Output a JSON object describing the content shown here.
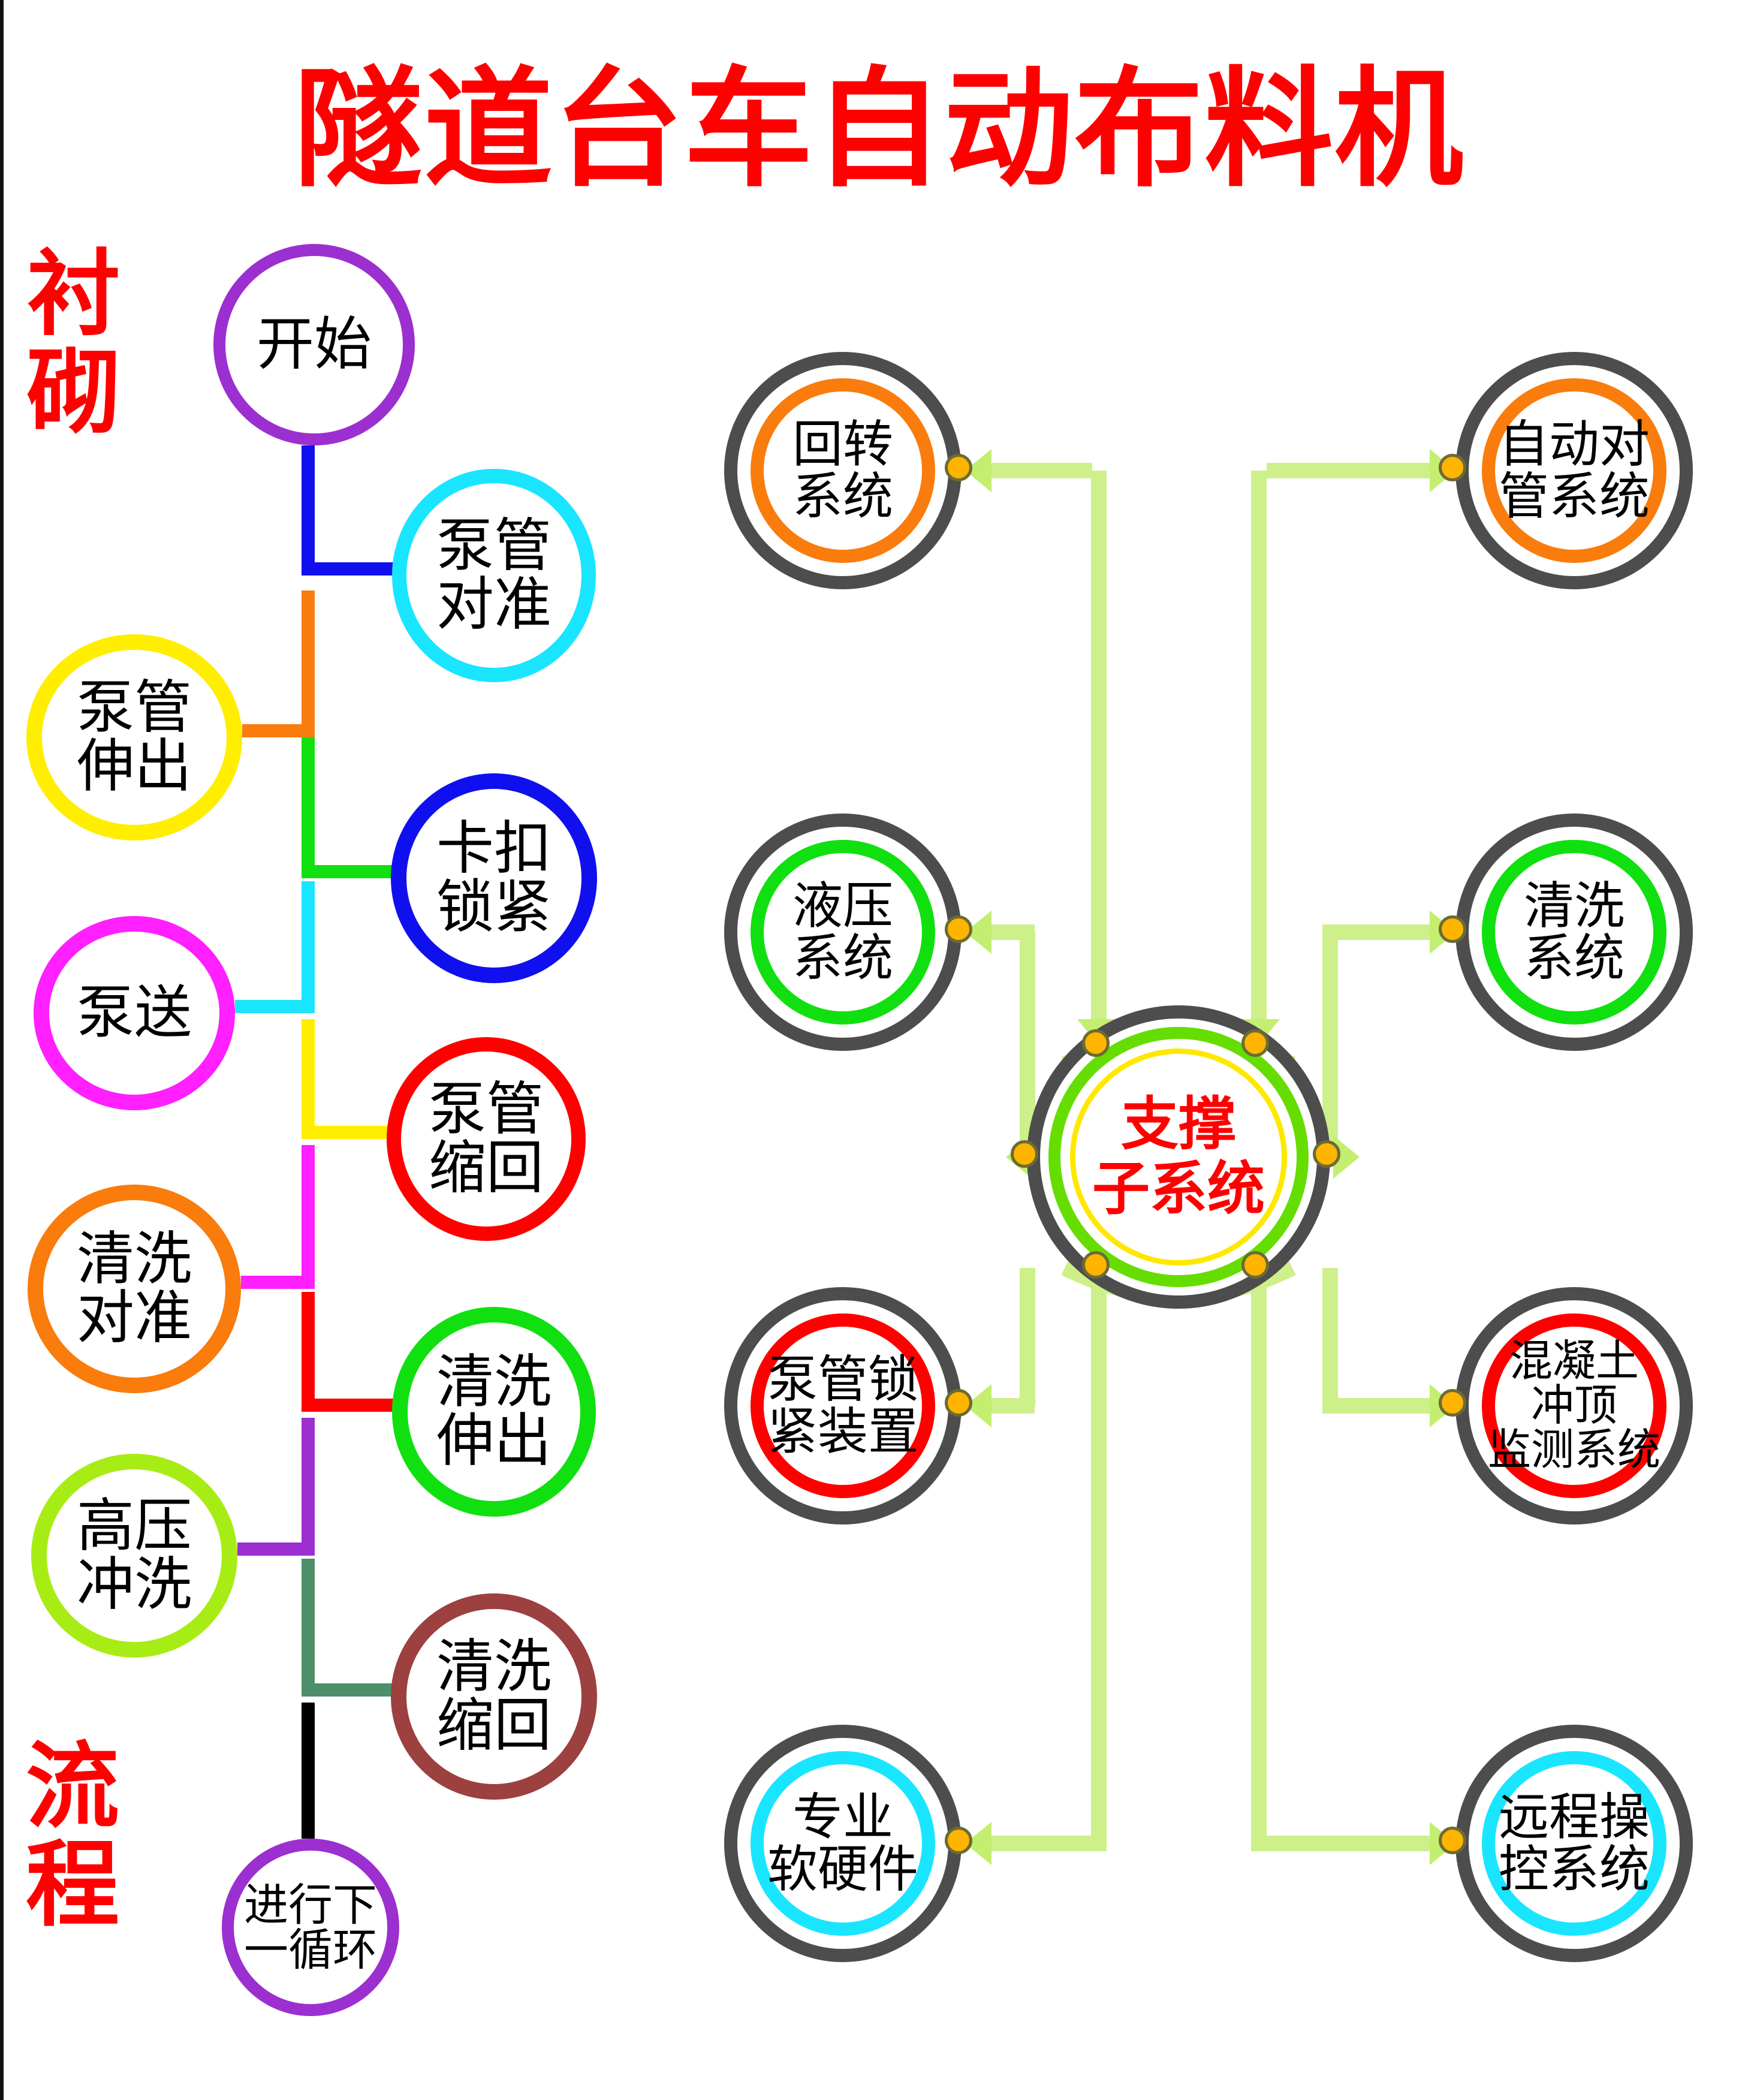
{
  "title": "隧道台车自动布料机",
  "side_labels": {
    "lining": "衬砌",
    "process": "流程"
  },
  "colors": {
    "title_red": "#fe0000",
    "ring_outer_gray": "#4d4d4d",
    "hub_ring_green": "#66dd00",
    "hub_ring_yellow": "#ffe800",
    "pipe_green": "#cdf08a",
    "arrow_green": "#c3ee70",
    "dot_fill": "#ffb400",
    "dot_stroke": "#6b6b35"
  },
  "flowchart": {
    "name": "衬砌流程",
    "nodes": [
      {
        "id": "start",
        "label": "开始",
        "color": "#9b2fd0",
        "side": "center"
      },
      {
        "id": "pipe-align",
        "label": "泵管对准",
        "color": "#19e5ff",
        "side": "right"
      },
      {
        "id": "pipe-extend",
        "label": "泵管伸出",
        "color": "#ffee00",
        "side": "left"
      },
      {
        "id": "clip-lock",
        "label": "卡扣锁紧",
        "color": "#1010ee",
        "side": "right"
      },
      {
        "id": "pumping",
        "label": "泵送",
        "color": "#ff1fff",
        "side": "left"
      },
      {
        "id": "pipe-retract",
        "label": "泵管缩回",
        "color": "#fe0000",
        "side": "right"
      },
      {
        "id": "wash-align",
        "label": "清洗对准",
        "color": "#f97c0c",
        "side": "left"
      },
      {
        "id": "wash-extend",
        "label": "清洗伸出",
        "color": "#10e010",
        "side": "right"
      },
      {
        "id": "hp-wash",
        "label": "高压冲洗",
        "color": "#a8ec15",
        "side": "left"
      },
      {
        "id": "wash-retract",
        "label": "清洗缩回",
        "color": "#9c4040",
        "side": "right"
      },
      {
        "id": "next-cycle",
        "label": "进行下一循环",
        "color": "#9b2fd0",
        "side": "center"
      }
    ],
    "connector_colors": [
      "#1010ee",
      "#f97c0c",
      "#10e010",
      "#19e5ff",
      "#ffee00",
      "#ff1fff",
      "#fe0000",
      "#9b2fd0",
      "#4d8f6a",
      "#000000"
    ]
  },
  "subsystem_map": {
    "hub": {
      "label_line1": "支撑",
      "label_line2": "子系统"
    },
    "nodes": [
      {
        "id": "slewing",
        "label": "回转\n系统",
        "ring": "#f97c0c",
        "pos": "top-left"
      },
      {
        "id": "auto-pipe",
        "label": "自动对\n管系统",
        "ring": "#f97c0c",
        "pos": "top-right"
      },
      {
        "id": "hydraulic",
        "label": "液压\n系统",
        "ring": "#10e010",
        "pos": "mid-left"
      },
      {
        "id": "cleaning",
        "label": "清洗\n系统",
        "ring": "#10e010",
        "pos": "mid-right"
      },
      {
        "id": "pipe-lock",
        "label": "泵管锁\n紧装置",
        "ring": "#fe0000",
        "pos": "low-left"
      },
      {
        "id": "concrete",
        "label": "混凝土\n冲顶\n监测系统",
        "ring": "#fe0000",
        "pos": "low-right"
      },
      {
        "id": "software",
        "label": "专业\n软硬件",
        "ring": "#19e5ff",
        "pos": "bottom-left"
      },
      {
        "id": "remote",
        "label": "远程操\n控系统",
        "ring": "#19e5ff",
        "pos": "bottom-right"
      }
    ]
  }
}
